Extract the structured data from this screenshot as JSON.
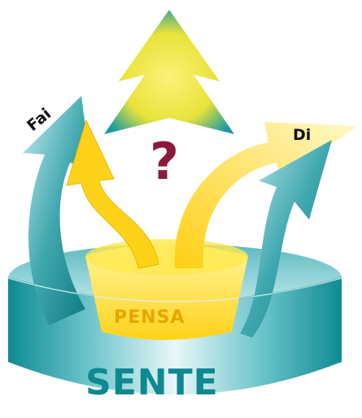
{
  "labels": {
    "fai": "Fai",
    "di": "Di",
    "question": "?",
    "pensa": "PENSA",
    "sente": "SENTE"
  },
  "colors": {
    "teal_dark": "#0f7f86",
    "teal_light": "#bfe6ea",
    "yellow": "#ffd21a",
    "yellow_light": "#fff59a",
    "question_mark": "#8b1a3a",
    "label_dark": "#111111"
  }
}
